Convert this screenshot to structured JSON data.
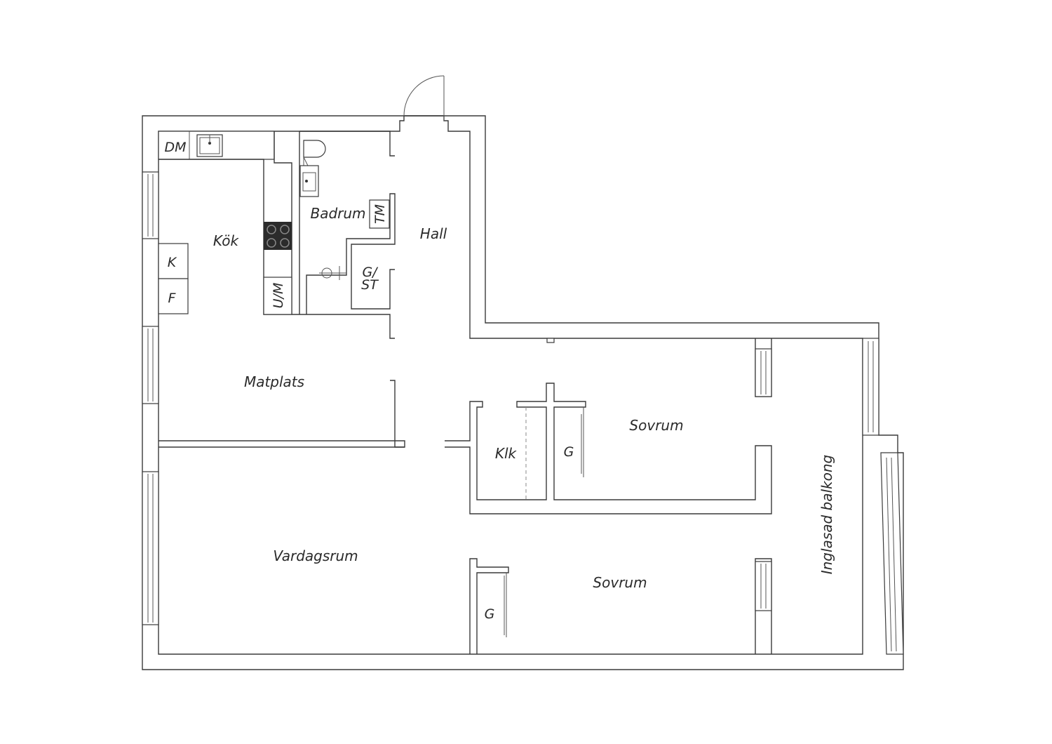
{
  "rooms": {
    "kok": "Kök",
    "badrum": "Badrum",
    "hall": "Hall",
    "matplats": "Matplats",
    "vardagsrum": "Vardagsrum",
    "sovrum_upper": "Sovrum",
    "sovrum_lower": "Sovrum",
    "klk": "Klk",
    "balkong": "Inglasad balkong"
  },
  "fixtures": {
    "dm": "DM",
    "k": "K",
    "f": "F",
    "um": "U/M",
    "tm": "TM",
    "gst_line1": "G/",
    "gst_line2": "ST",
    "g_upper": "G",
    "g_lower": "G"
  },
  "colors": {
    "wall": "#3a3a3a",
    "stove": "#2b2b2b"
  }
}
